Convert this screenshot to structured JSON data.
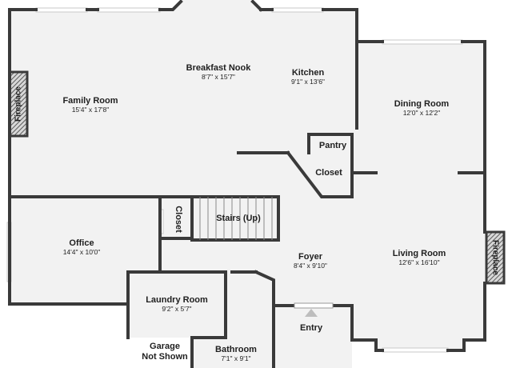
{
  "rooms": {
    "breakfast_nook": {
      "name": "Breakfast Nook",
      "dims": "8'7\" x 15'7\""
    },
    "kitchen": {
      "name": "Kitchen",
      "dims": "9'1\" x 13'6\""
    },
    "family_room": {
      "name": "Family Room",
      "dims": "15'4\" x 17'8\""
    },
    "dining_room": {
      "name": "Dining Room",
      "dims": "12'0\" x 12'2\""
    },
    "pantry": {
      "name": "Pantry"
    },
    "closet_kitchen": {
      "name": "Closet"
    },
    "closet_hall": {
      "name": "Closet"
    },
    "stairs": {
      "name": "Stairs (Up)"
    },
    "office": {
      "name": "Office",
      "dims": "14'4\" x 10'0\""
    },
    "foyer": {
      "name": "Foyer",
      "dims": "8'4\" x 9'10\""
    },
    "living_room": {
      "name": "Living Room",
      "dims": "12'6\" x 16'10\""
    },
    "laundry_room": {
      "name": "Laundry Room",
      "dims": "9'2\" x 5'7\""
    },
    "bathroom": {
      "name": "Bathroom",
      "dims": "7'1\" x 9'1\""
    },
    "entry": {
      "name": "Entry"
    },
    "garage": {
      "line1": "Garage",
      "line2": "Not Shown"
    }
  },
  "fireplaces": {
    "left": "Fireplace",
    "right": "Fireplace"
  },
  "colors": {
    "floor": "#f2f2f2",
    "wall": "#3a3a3a",
    "fireplace_hatch": "#5a5a5a",
    "window": "#d6d6d6",
    "entry_arrow": "#bdbdbd"
  }
}
